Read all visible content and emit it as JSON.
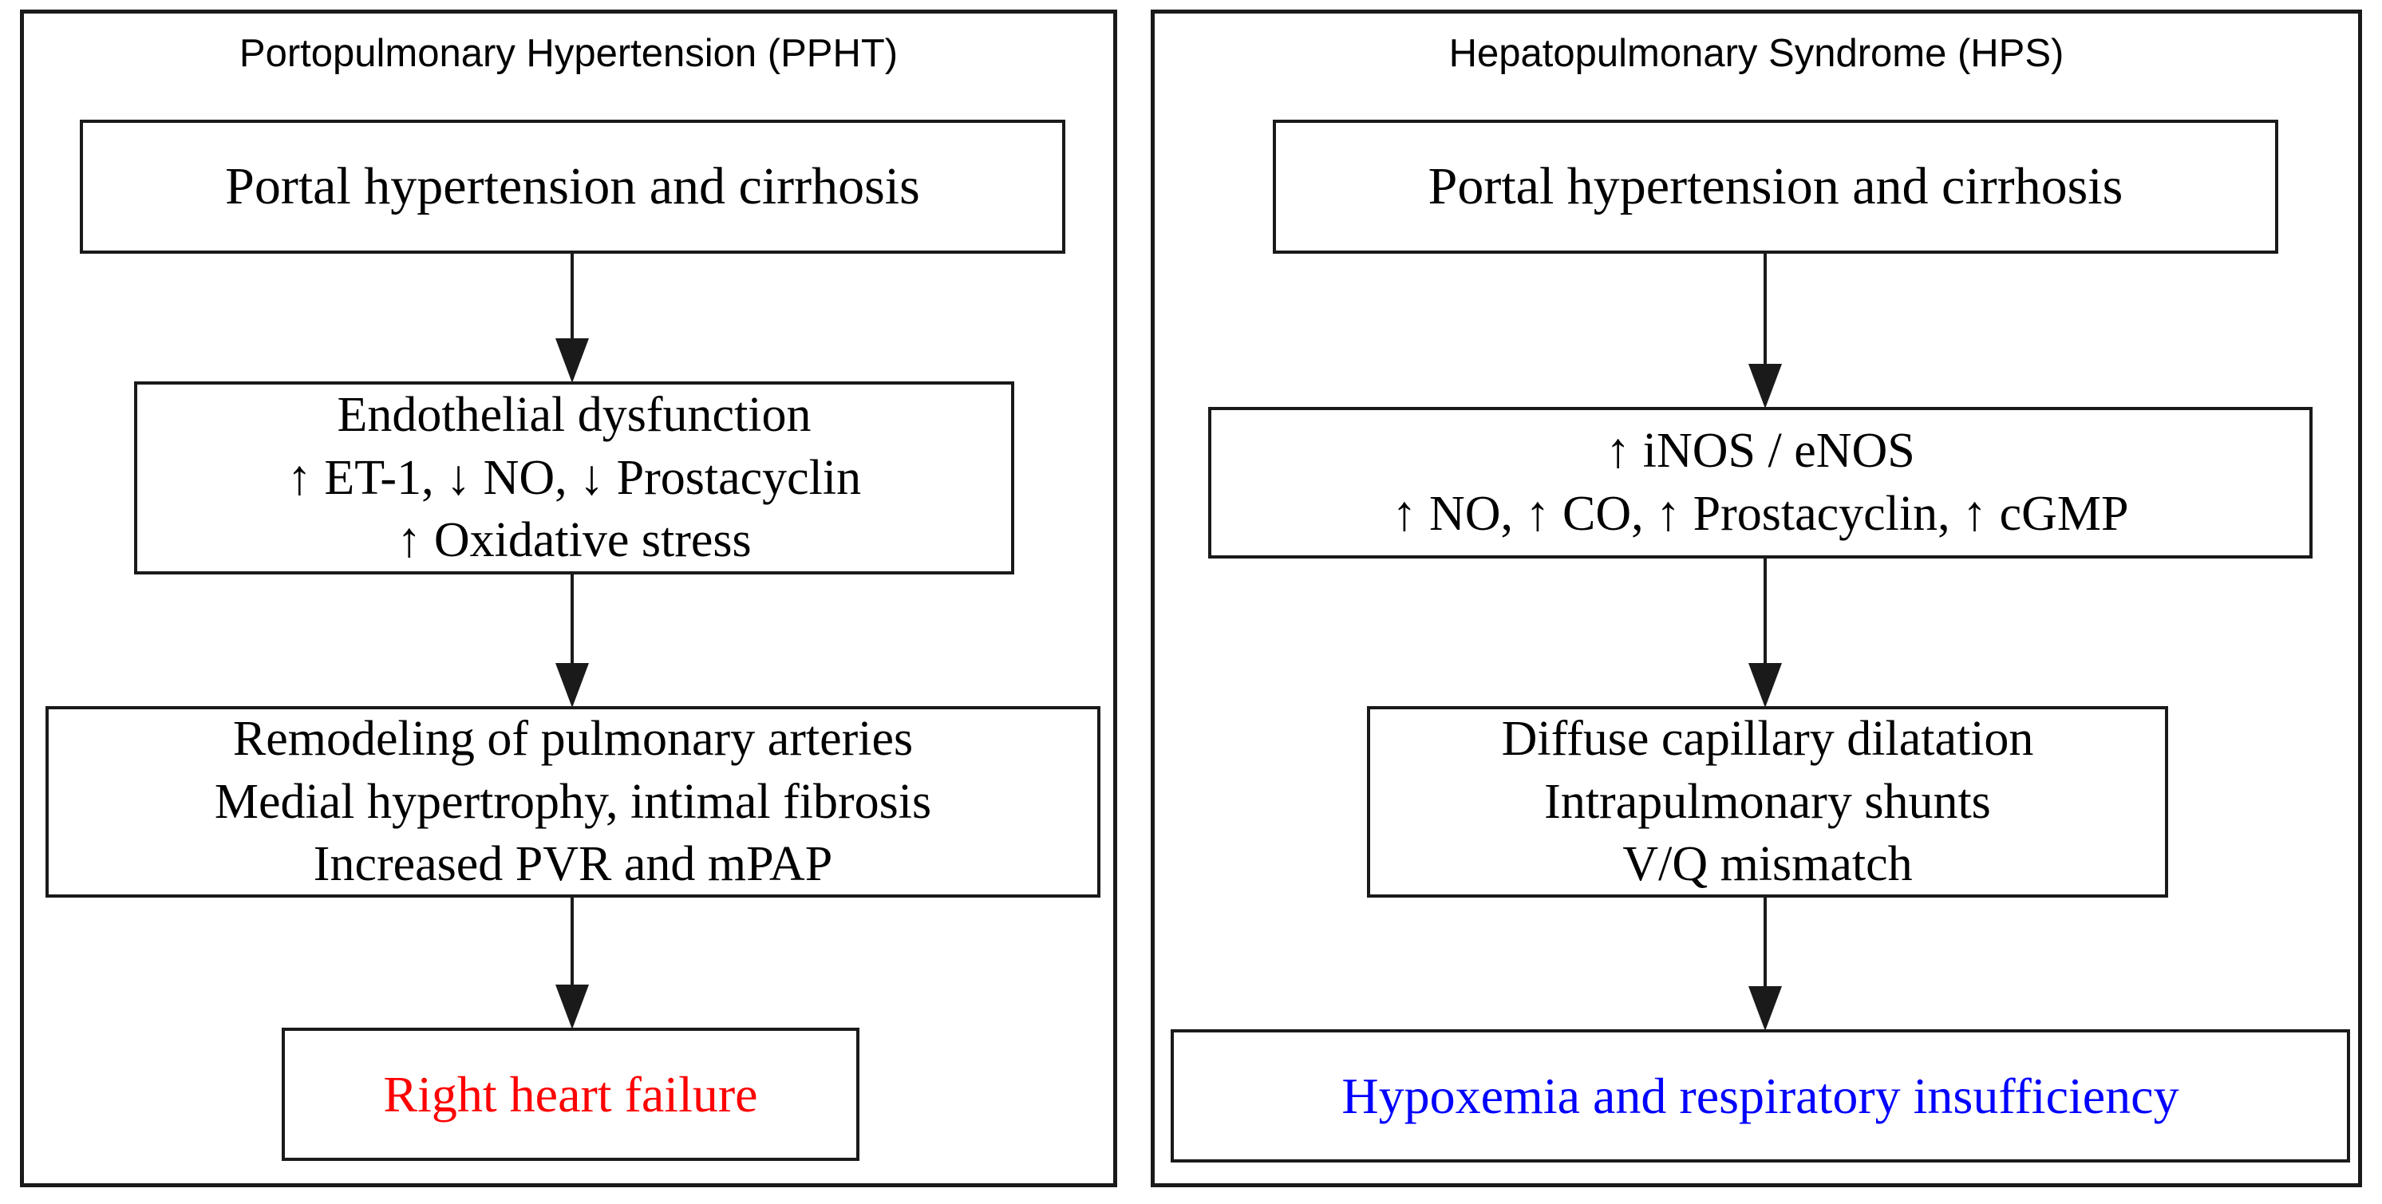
{
  "colors": {
    "border": "#1a1a1a",
    "background": "#ffffff",
    "red_text": "#ff0000",
    "blue_text": "#0000ff"
  },
  "panels": {
    "left": {
      "title": "Portopulmonary Hypertension (PPHT)",
      "boxes": [
        {
          "lines": [
            "Portal hypertension and cirrhosis"
          ]
        },
        {
          "lines": [
            "Endothelial dysfunction",
            "↑ ET-1, ↓ NO, ↓ Prostacyclin",
            "↑ Oxidative stress"
          ]
        },
        {
          "lines": [
            "Remodeling of pulmonary arteries",
            "Medial hypertrophy, intimal fibrosis",
            "Increased PVR and mPAP"
          ]
        },
        {
          "lines": [
            "Right heart failure"
          ],
          "color": "red"
        }
      ]
    },
    "right": {
      "title": "Hepatopulmonary Syndrome (HPS)",
      "boxes": [
        {
          "lines": [
            "Portal hypertension and cirrhosis"
          ]
        },
        {
          "lines": [
            "↑ iNOS / eNOS",
            "↑ NO, ↑ CO, ↑ Prostacyclin, ↑ cGMP"
          ]
        },
        {
          "lines": [
            "Diffuse capillary dilatation",
            "Intrapulmonary shunts",
            "V/Q mismatch"
          ]
        },
        {
          "lines": [
            "Hypoxemia and respiratory insufficiency"
          ],
          "color": "blue"
        }
      ]
    }
  }
}
